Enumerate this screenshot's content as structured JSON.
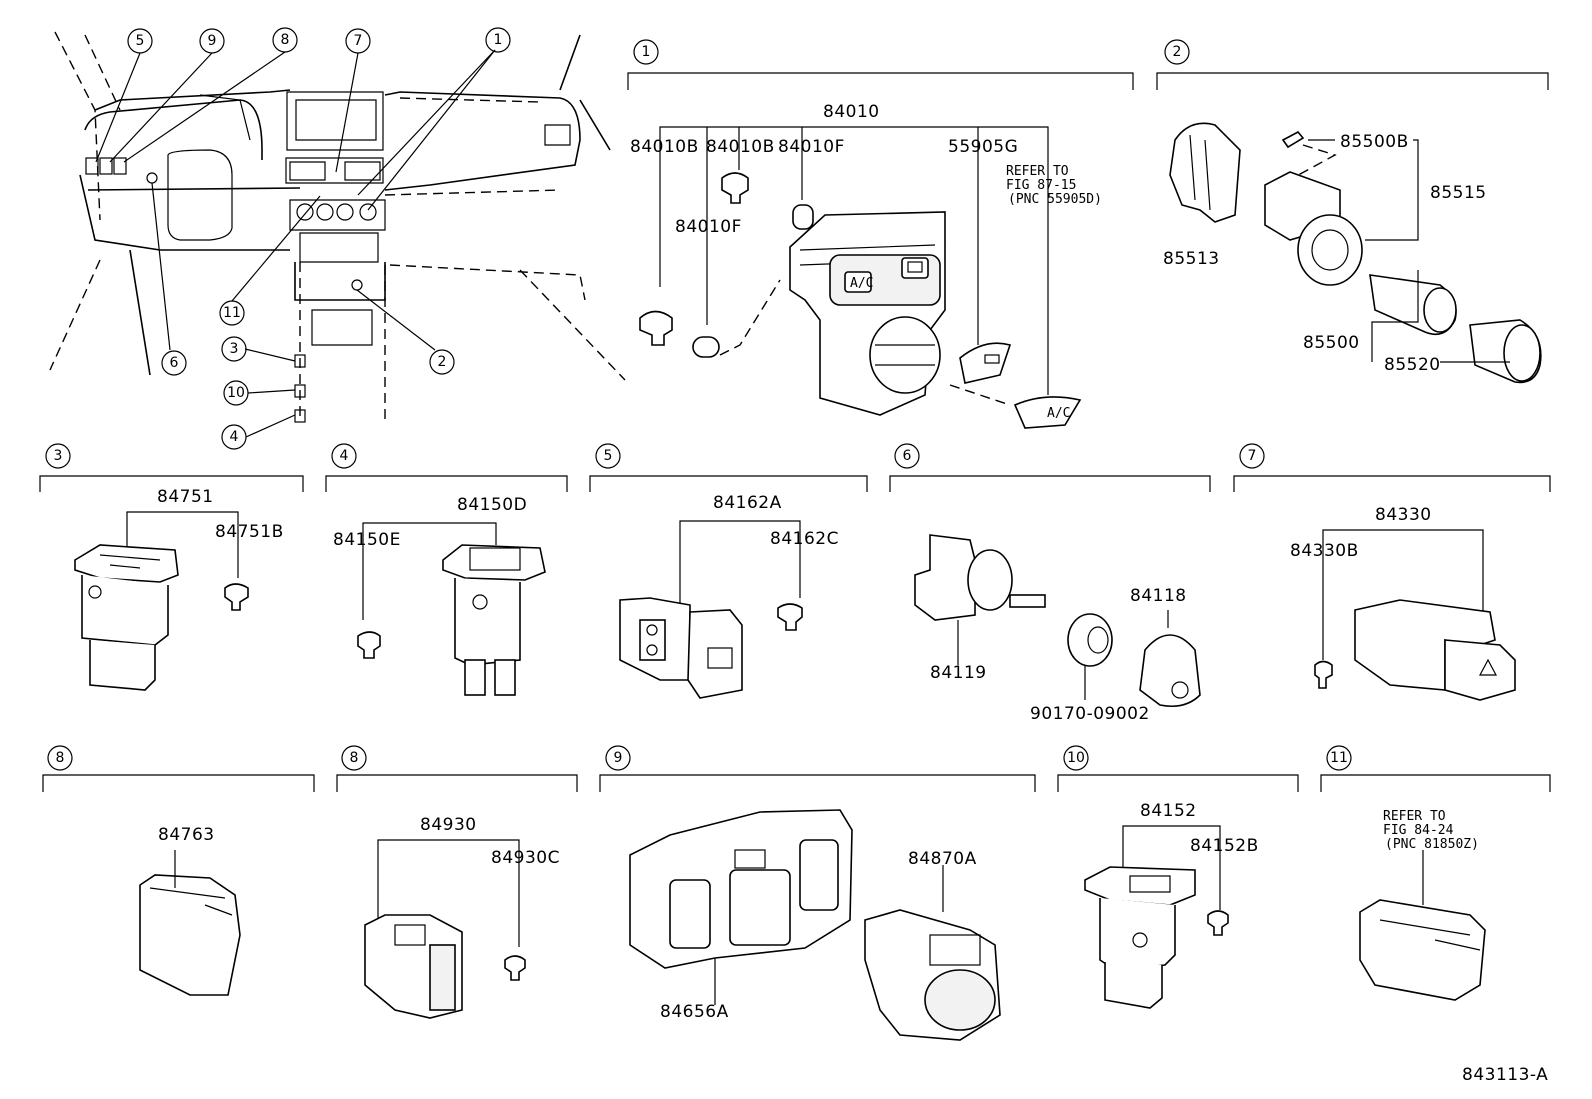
{
  "diagram_id": "843113-A",
  "callouts": {
    "overview": [
      "5",
      "9",
      "8",
      "7",
      "1",
      "11",
      "3",
      "10",
      "4",
      "6",
      "2"
    ],
    "section_numbers": [
      "1",
      "2",
      "3",
      "4",
      "5",
      "6",
      "7",
      "8",
      "8",
      "9",
      "10",
      "11"
    ]
  },
  "sections": {
    "s1": {
      "number": "1",
      "parts": [
        "84010",
        "84010B",
        "84010B",
        "84010F",
        "84010F",
        "55905G"
      ],
      "refer": [
        "REFER TO",
        "FIG 87-15",
        "(PNC 55905D)"
      ]
    },
    "s2": {
      "number": "2",
      "parts": [
        "85500B",
        "85515",
        "85513",
        "85500",
        "85520"
      ]
    },
    "s3": {
      "number": "3",
      "parts": [
        "84751",
        "84751B"
      ]
    },
    "s4": {
      "number": "4",
      "parts": [
        "84150D",
        "84150E"
      ]
    },
    "s5": {
      "number": "5",
      "parts": [
        "84162A",
        "84162C"
      ]
    },
    "s6": {
      "number": "6",
      "parts": [
        "84118",
        "84119",
        "90170-09002"
      ]
    },
    "s7": {
      "number": "7",
      "parts": [
        "84330",
        "84330B"
      ]
    },
    "s8a": {
      "number": "8",
      "parts": [
        "84763"
      ]
    },
    "s8b": {
      "number": "8",
      "parts": [
        "84930",
        "84930C"
      ]
    },
    "s9": {
      "number": "9",
      "parts": [
        "84870A",
        "84656A"
      ]
    },
    "s10": {
      "number": "10",
      "parts": [
        "84152",
        "84152B"
      ]
    },
    "s11": {
      "number": "11",
      "refer": [
        "REFER TO",
        "FIG 84-24",
        "(PNC 81850Z)"
      ]
    }
  },
  "button_labels": {
    "ac": "A/C"
  }
}
